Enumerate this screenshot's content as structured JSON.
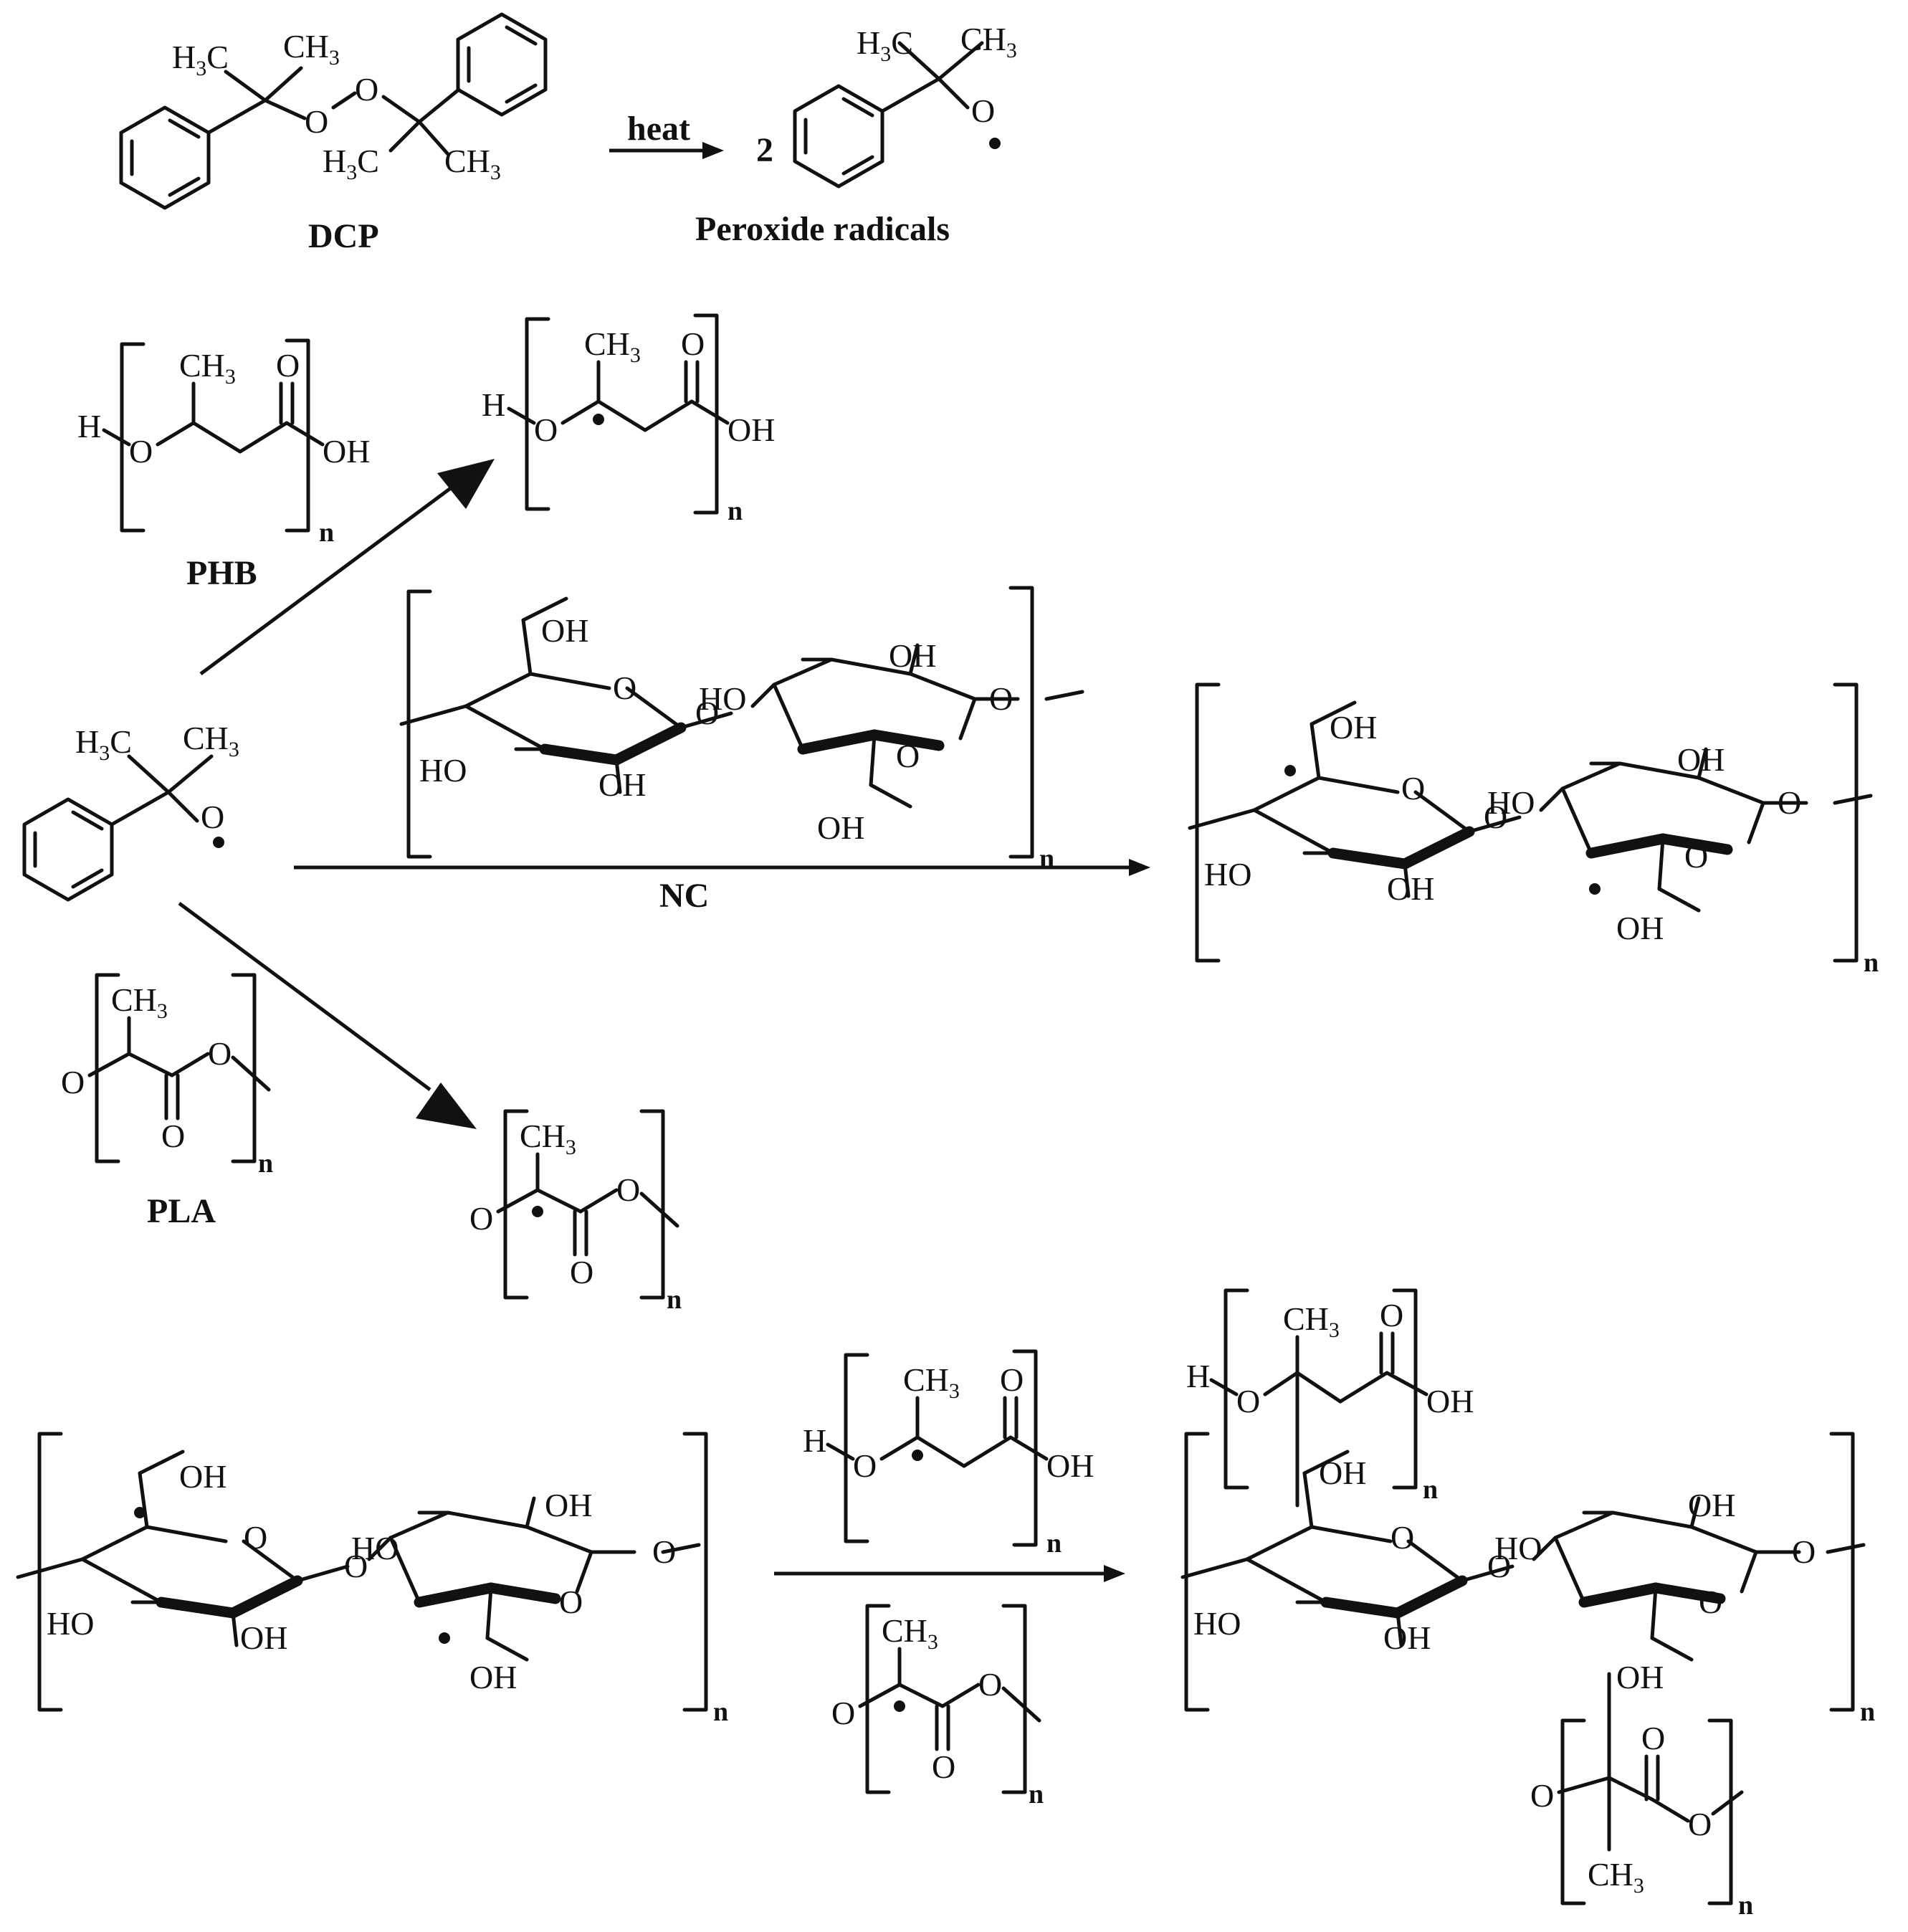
{
  "atoms": {
    "ch3": "CH",
    "h3c": "H",
    "sub3": "3",
    "c": "C",
    "o": "O",
    "oh": "OH",
    "ho": "HO",
    "h": "H",
    "n": "n",
    "two": "2"
  },
  "labels": {
    "dcp": "DCP",
    "heat": "heat",
    "peroxide_radicals": "Peroxide radicals",
    "phb": "PHB",
    "pla": "PLA",
    "nc": "NC"
  }
}
